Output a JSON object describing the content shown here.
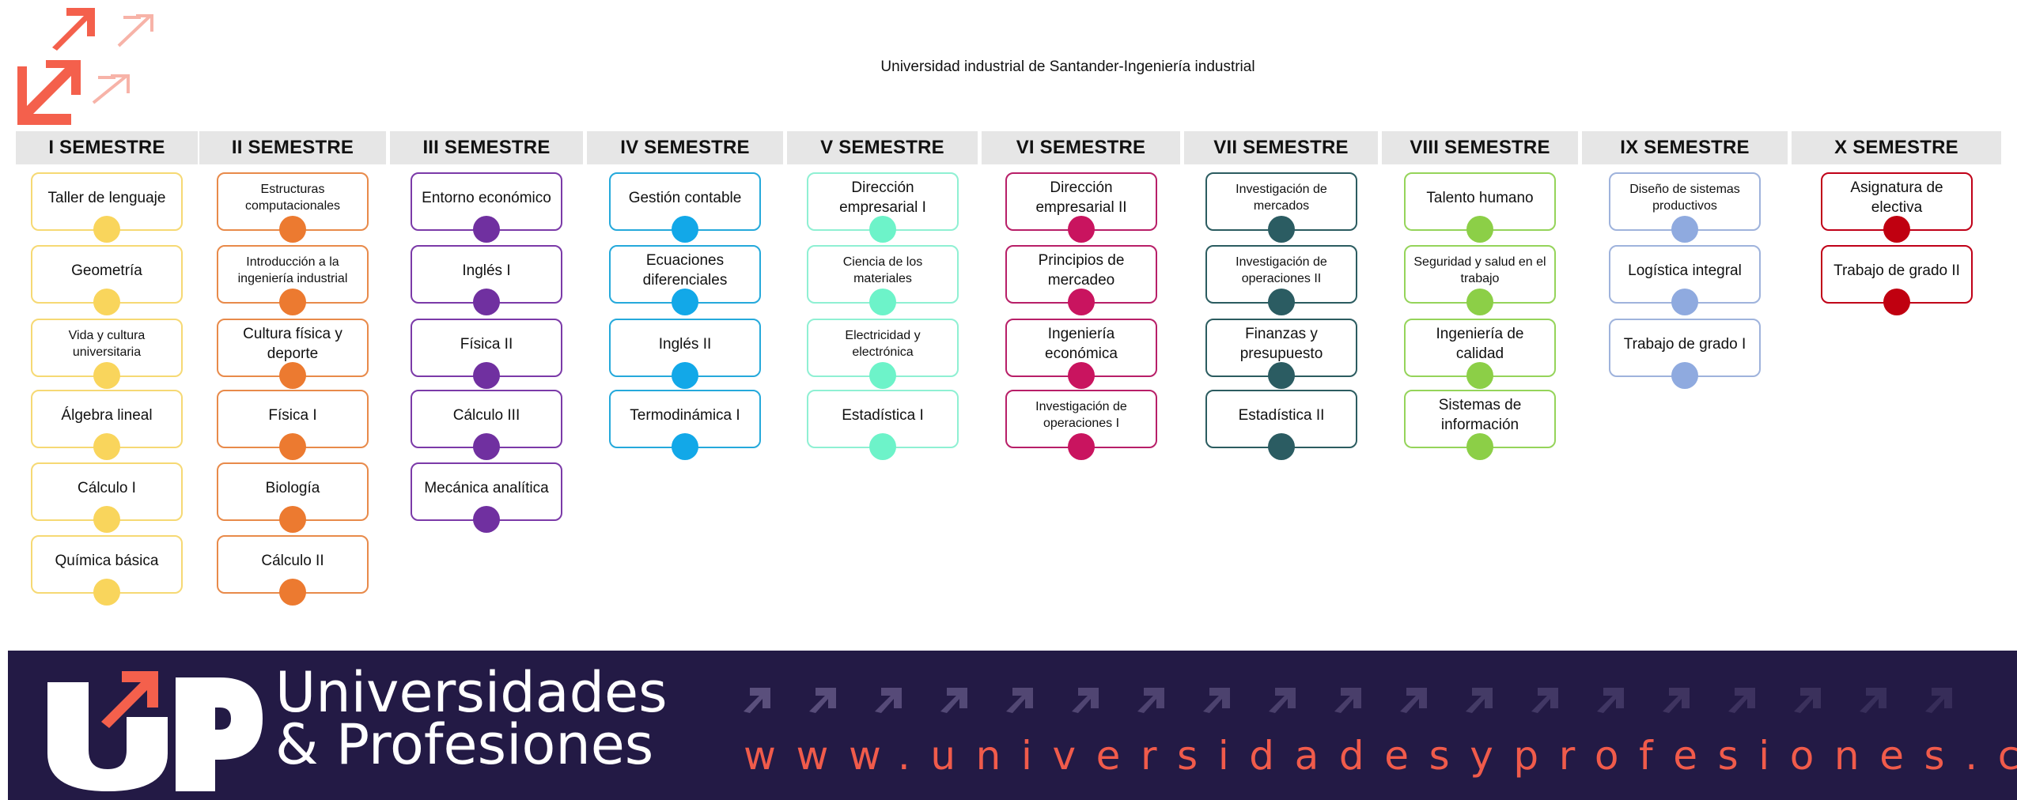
{
  "title": "Universidad industrial de Santander-Ingeniería industrial",
  "colors": {
    "logo_orange": "#f4604c",
    "logo_light": "#f7b3a8",
    "header_bg": "#e6e6e6",
    "footer_bg": "#231a45",
    "website_text": "#f05b4b",
    "brand_text": "#ffffff"
  },
  "semesters": [
    {
      "name": "I SEMESTRE",
      "color": "#f6d974",
      "dot": "#f9d55c",
      "courses": [
        "Taller de lenguaje",
        "Geometría",
        "Vida y cultura universitaria",
        "Álgebra lineal",
        "Cálculo I",
        "Química básica"
      ]
    },
    {
      "name": "II SEMESTRE",
      "color": "#e88a4a",
      "dot": "#ec7a30",
      "courses": [
        "Estructuras computacionales",
        "Introducción a la ingeniería industrial",
        "Cultura física y deporte",
        "Física I",
        "Biología",
        "Cálculo II"
      ]
    },
    {
      "name": "III SEMESTRE",
      "color": "#7b3aa8",
      "dot": "#7030a0",
      "courses": [
        "Entorno económico",
        "Inglés I",
        "Física II",
        "Cálculo III",
        "Mecánica analítica"
      ]
    },
    {
      "name": "IV SEMESTRE",
      "color": "#25a9db",
      "dot": "#12a8e8",
      "courses": [
        "Gestión contable",
        "Ecuaciones diferenciales",
        "Inglés II",
        "Termodinámica I"
      ]
    },
    {
      "name": "V SEMESTRE",
      "color": "#8ff0d3",
      "dot": "#6df3c9",
      "courses": [
        "Dirección empresarial I",
        "Ciencia de los materiales",
        "Electricidad y electrónica",
        "Estadística I"
      ]
    },
    {
      "name": "VI SEMESTRE",
      "color": "#b81f68",
      "dot": "#c9145f",
      "courses": [
        "Dirección empresarial II",
        "Principios de mercadeo",
        "Ingeniería económica",
        "Investigación de operaciones I"
      ]
    },
    {
      "name": "VII SEMESTRE",
      "color": "#2b5c60",
      "dot": "#2b5c62",
      "courses": [
        "Investigación de mercados",
        "Investigación de operaciones II",
        "Finanzas y presupuesto",
        "Estadística II"
      ]
    },
    {
      "name": "VIII SEMESTRE",
      "color": "#95d45a",
      "dot": "#8ccf47",
      "courses": [
        "Talento humano",
        "Seguridad y salud en el trabajo",
        "Ingeniería de calidad",
        "Sistemas de información"
      ]
    },
    {
      "name": "IX SEMESTRE",
      "color": "#9fb3dc",
      "dot": "#8faadf",
      "courses": [
        "Diseño de sistemas productivos",
        "Logística integral",
        "Trabajo de grado I"
      ]
    },
    {
      "name": "X SEMESTRE",
      "color": "#c00018",
      "dot": "#c00010",
      "courses": [
        "Asignatura de electiva",
        "Trabajo de grado II"
      ]
    }
  ],
  "footer": {
    "logo_letters": "UP",
    "brand_line1": "Universidades",
    "brand_line2": "& Profesiones",
    "website": "www.universidadesyprofesiones.com"
  }
}
